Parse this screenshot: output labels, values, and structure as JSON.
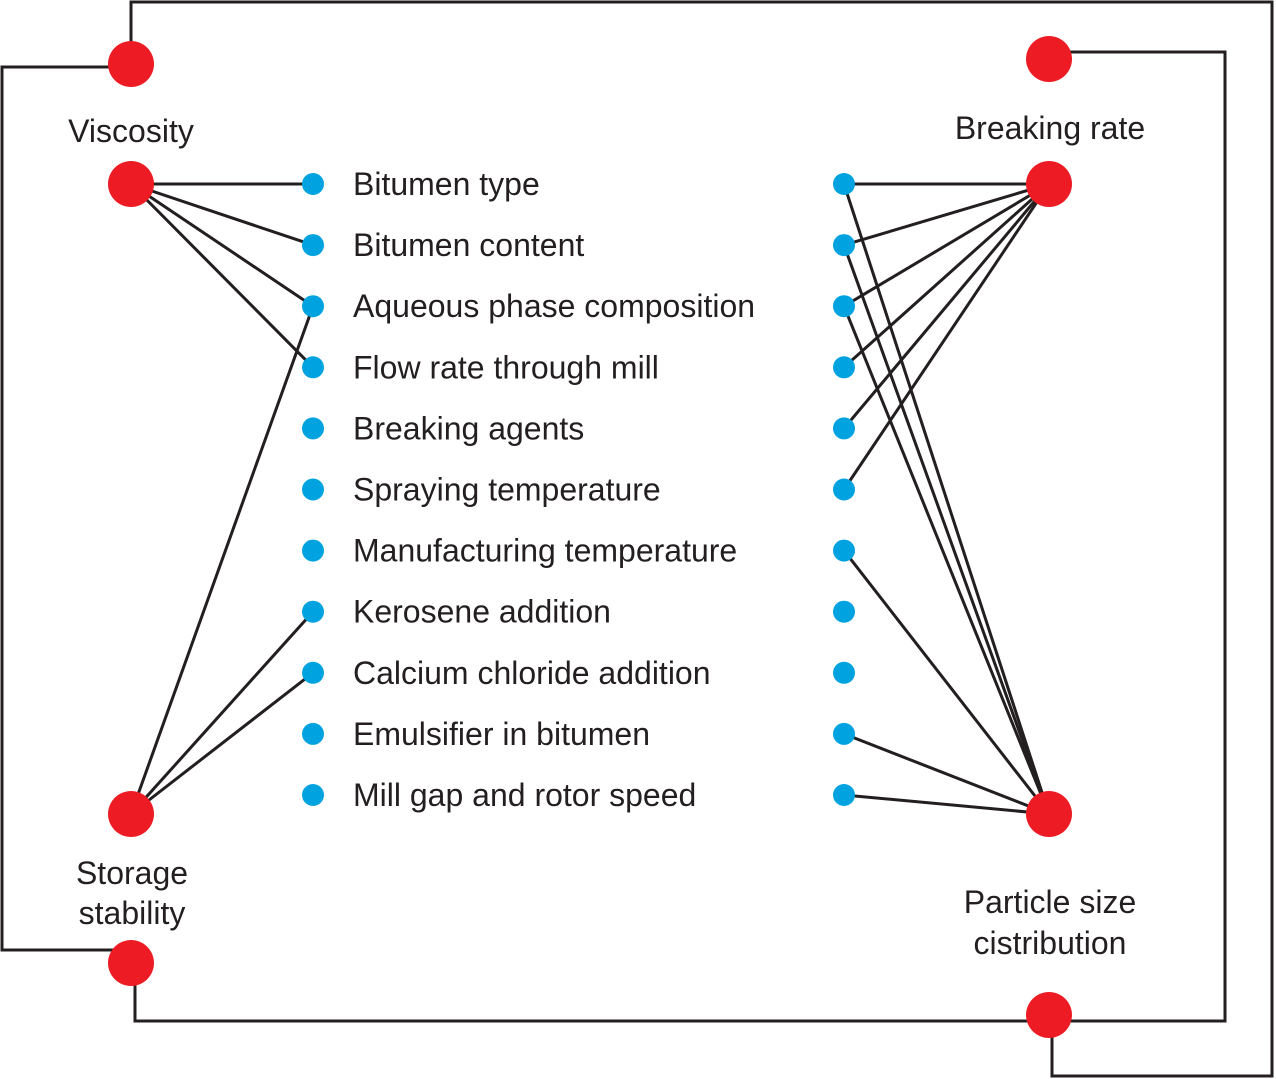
{
  "colors": {
    "property_node": "#ed1c24",
    "factor_dot": "#00a3e0",
    "line": "#231f20",
    "text": "#231f20"
  },
  "properties": {
    "viscosity": {
      "label": "Viscosity"
    },
    "breaking_rate": {
      "label": "Breaking rate"
    },
    "storage_stability": {
      "label_line1": "Storage",
      "label_line2": "stability"
    },
    "particle_size": {
      "label_line1": "Particle size",
      "label_line2": "cistribution"
    }
  },
  "factors": [
    "Bitumen type",
    "Bitumen content",
    "Aqueous phase composition",
    "Flow rate through mill",
    "Breaking agents",
    "Spraying temperature",
    "Manufacturing temperature",
    "Kerosene addition",
    "Calcium chloride addition",
    "Emulsifier in bitumen",
    "Mill gap and rotor speed"
  ],
  "links": {
    "viscosity": [
      0,
      1,
      2,
      3
    ],
    "storage_stability": [
      2,
      7,
      8
    ],
    "breaking_rate": [
      0,
      1,
      2,
      3,
      4,
      5
    ],
    "particle_size": [
      0,
      1,
      2,
      6,
      9,
      10
    ]
  }
}
